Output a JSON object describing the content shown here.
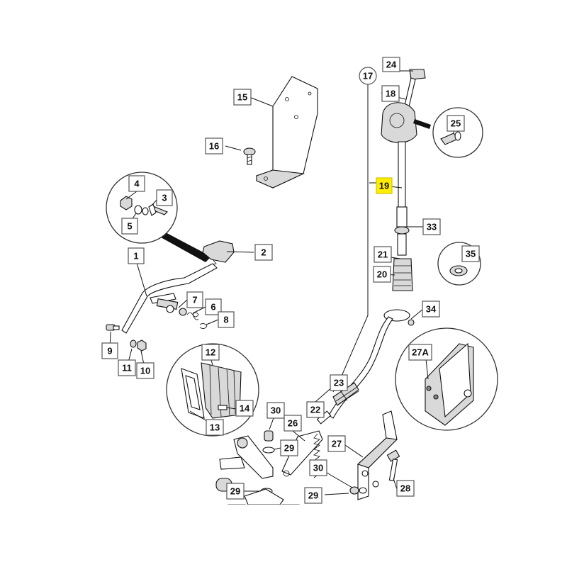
{
  "diagram": {
    "callouts": [
      {
        "id": "15",
        "label": "15",
        "highlighted": false
      },
      {
        "id": "16",
        "label": "16",
        "highlighted": false
      },
      {
        "id": "4",
        "label": "4",
        "highlighted": false
      },
      {
        "id": "3",
        "label": "3",
        "highlighted": false
      },
      {
        "id": "5",
        "label": "5",
        "highlighted": false
      },
      {
        "id": "2",
        "label": "2",
        "highlighted": false
      },
      {
        "id": "1",
        "label": "1",
        "highlighted": false
      },
      {
        "id": "7",
        "label": "7",
        "highlighted": false
      },
      {
        "id": "6",
        "label": "6",
        "highlighted": false
      },
      {
        "id": "8",
        "label": "8",
        "highlighted": false
      },
      {
        "id": "9",
        "label": "9",
        "highlighted": false
      },
      {
        "id": "11",
        "label": "11",
        "highlighted": false
      },
      {
        "id": "10",
        "label": "10",
        "highlighted": false
      },
      {
        "id": "12",
        "label": "12",
        "highlighted": false
      },
      {
        "id": "14",
        "label": "14",
        "highlighted": false
      },
      {
        "id": "13",
        "label": "13",
        "highlighted": false
      },
      {
        "id": "24",
        "label": "24",
        "highlighted": false
      },
      {
        "id": "17",
        "label": "17",
        "highlighted": false
      },
      {
        "id": "18",
        "label": "18",
        "highlighted": false
      },
      {
        "id": "25",
        "label": "25",
        "highlighted": false
      },
      {
        "id": "19",
        "label": "19",
        "highlighted": true
      },
      {
        "id": "33",
        "label": "33",
        "highlighted": false
      },
      {
        "id": "21",
        "label": "21",
        "highlighted": false
      },
      {
        "id": "20",
        "label": "20",
        "highlighted": false
      },
      {
        "id": "35",
        "label": "35",
        "highlighted": false
      },
      {
        "id": "34",
        "label": "34",
        "highlighted": false
      },
      {
        "id": "27A",
        "label": "27A",
        "highlighted": false
      },
      {
        "id": "23",
        "label": "23",
        "highlighted": false
      },
      {
        "id": "22",
        "label": "22",
        "highlighted": false
      },
      {
        "id": "30a",
        "label": "30",
        "highlighted": false
      },
      {
        "id": "26",
        "label": "26",
        "highlighted": false
      },
      {
        "id": "29a",
        "label": "29",
        "highlighted": false
      },
      {
        "id": "27",
        "label": "27",
        "highlighted": false
      },
      {
        "id": "30b",
        "label": "30",
        "highlighted": false
      },
      {
        "id": "28",
        "label": "28",
        "highlighted": false
      },
      {
        "id": "29b",
        "label": "29",
        "highlighted": false
      },
      {
        "id": "29c",
        "label": "29",
        "highlighted": false
      }
    ],
    "colors": {
      "highlight": "#ffee00",
      "label_border": "#555555",
      "line": "#111111",
      "part_fill": "#d9d9d9"
    }
  }
}
